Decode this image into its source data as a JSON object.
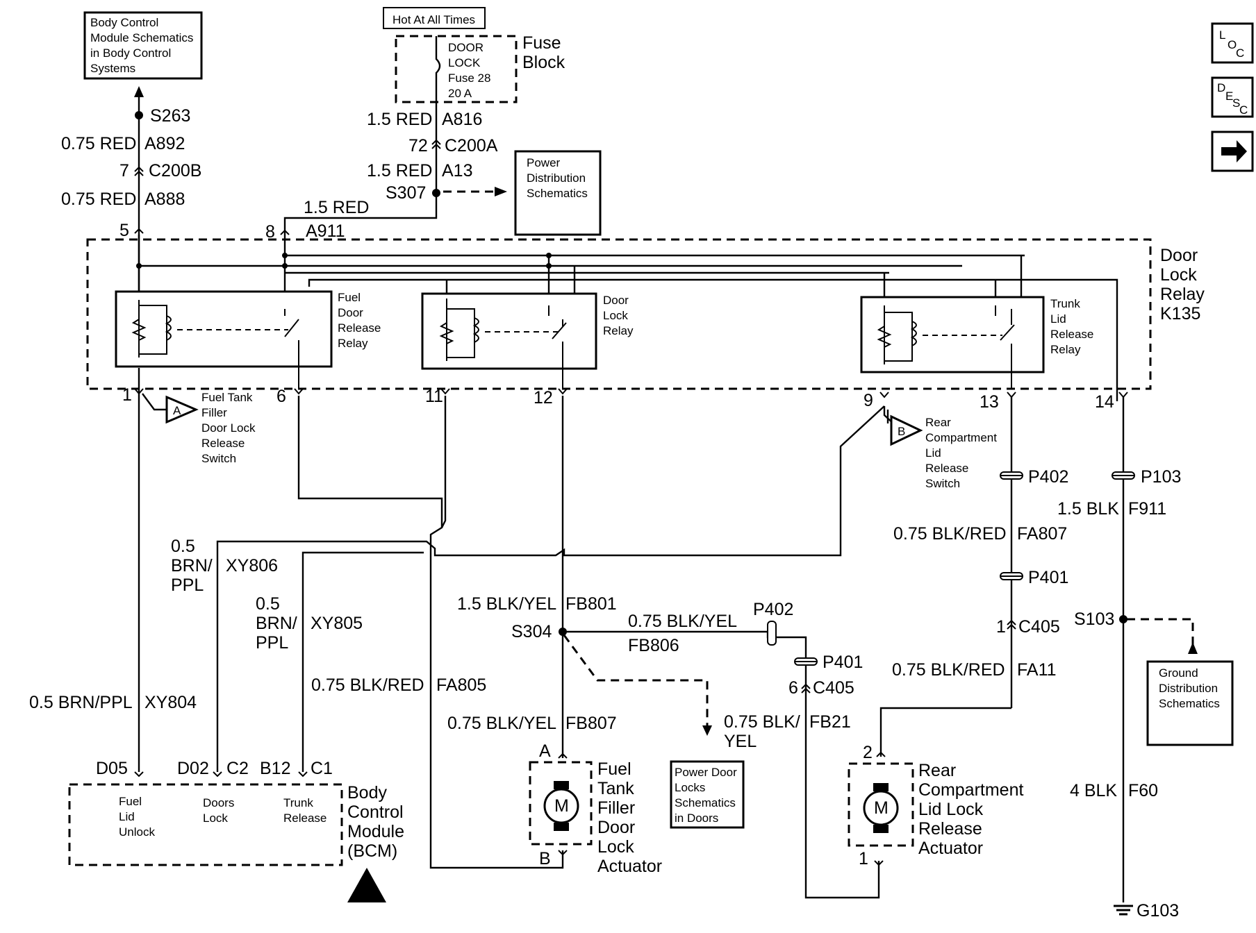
{
  "refs": {
    "bcm_schematics": [
      "Body Control",
      "Module Schematics",
      "in Body Control",
      "Systems"
    ],
    "power_dist": [
      "Power",
      "Distribution",
      "Schematics"
    ],
    "ground_dist": [
      "Ground",
      "Distribution",
      "Schematics"
    ],
    "power_door_locks": [
      "Power Door",
      "Locks",
      "Schematics",
      "in Doors"
    ]
  },
  "fuse": {
    "hot_label": "Hot At All Times",
    "name": [
      "DOOR",
      "LOCK",
      "Fuse 28",
      "20 A"
    ],
    "block": [
      "Fuse",
      "Block"
    ]
  },
  "nav": {
    "loc_l": "L",
    "loc_o": "O",
    "loc_c": "C",
    "desc_d": "D",
    "desc_e": "E",
    "desc_s": "S",
    "desc_c": "C"
  },
  "relay_module": {
    "title": [
      "Door",
      "Lock",
      "Relay",
      "K135"
    ]
  },
  "relays": {
    "fuel": [
      "Fuel",
      "Door",
      "Release",
      "Relay"
    ],
    "door": [
      "Door",
      "Lock",
      "Relay"
    ],
    "trunk": [
      "Trunk",
      "Lid",
      "Release",
      "Relay"
    ]
  },
  "bcm": {
    "title": [
      "Body",
      "Control",
      "Module",
      "(BCM)"
    ],
    "fuel": [
      "Fuel",
      "Lid",
      "Unlock"
    ],
    "doors": [
      "Doors",
      "Lock"
    ],
    "trunk": [
      "Trunk",
      "Release"
    ],
    "pins": {
      "d05": "D05",
      "d02": "D02",
      "c2": "C2",
      "b12": "B12",
      "c1": "C1"
    }
  },
  "switches": {
    "a_letter": "A",
    "a_text": [
      "Fuel Tank",
      "Filler",
      "Door Lock",
      "Release",
      "Switch"
    ],
    "b_letter": "B",
    "b_text": [
      "Rear",
      "Compartment",
      "Lid",
      "Release",
      "Switch"
    ]
  },
  "actuators": {
    "fuel": [
      "Fuel",
      "Tank",
      "Filler",
      "Door",
      "Lock",
      "Actuator"
    ],
    "rear": [
      "Rear",
      "Compartment",
      "Lid Lock",
      "Release",
      "Actuator"
    ],
    "motor": "M"
  },
  "pins": {
    "p1": "1",
    "p5": "5",
    "p6": "6",
    "p8": "8",
    "p9": "9",
    "p11": "11",
    "p12": "12",
    "p13": "13",
    "p14": "14",
    "a": "A",
    "b": "B",
    "two": "2",
    "one": "1"
  },
  "wires": {
    "red075": "0.75 RED",
    "a892": "A892",
    "a888": "A888",
    "c200b_pin": "7",
    "c200b": "C200B",
    "s263": "S263",
    "red15": "1.5 RED",
    "a816": "A816",
    "c200a_pin": "72",
    "c200a": "C200A",
    "a13": "A13",
    "s307": "S307",
    "a911": "A911",
    "brnppl05": "0.5 BRN/PPL",
    "xy804": "XY804",
    "v05a": "0.5",
    "brn": "BRN/",
    "ppl": "PPL",
    "xy806": "XY806",
    "v05b": "0.5",
    "xy805": "XY805",
    "blkred075": "0.75 BLK/RED",
    "fa805": "FA805",
    "blkyel15": "1.5 BLK/YEL",
    "fb801": "FB801",
    "s304": "S304",
    "blkyel075": "0.75 BLK/YEL",
    "fb806": "FB806",
    "p402": "P402",
    "p401": "P401",
    "c405_pin": "6",
    "c405": "C405",
    "fb807": "FB807",
    "blk075": "0.75 BLK/",
    "yel": "YEL",
    "fb21": "FB21",
    "fa807": "FA807",
    "fa11": "FA11",
    "c405b_pin": "1",
    "blk15": "1.5 BLK",
    "f911": "F911",
    "p103": "P103",
    "s103": "S103",
    "blk4": "4 BLK",
    "f60": "F60",
    "g103": "G103"
  }
}
